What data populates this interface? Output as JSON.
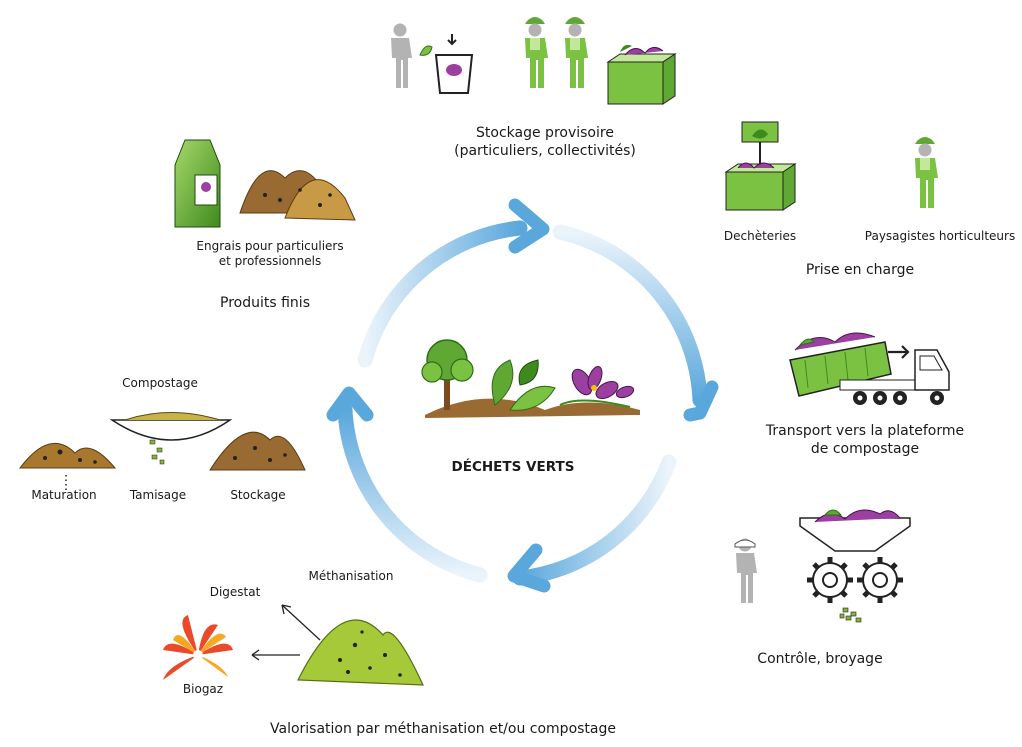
{
  "center": {
    "title": "DÉCHETS VERTS"
  },
  "stages": {
    "stockage_provisoire": {
      "line1": "Stockage provisoire",
      "line2": "(particuliers, collectivités)"
    },
    "prise_en_charge": {
      "title": "Prise en charge",
      "dechetteries": "Dechèteries",
      "paysagistes": "Paysagistes horticulteurs"
    },
    "transport": {
      "line1": "Transport vers la plateforme",
      "line2": "de compostage"
    },
    "controle": {
      "title": "Contrôle, broyage"
    },
    "valorisation": {
      "title": "Valorisation par méthanisation et/ou compostage",
      "methanisation": "Méthanisation",
      "digestat": "Digestat",
      "biogaz": "Biogaz"
    },
    "compostage": {
      "title": "Compostage",
      "maturation": "Maturation",
      "tamisage": "Tamisage",
      "stockage": "Stockage"
    },
    "produits_finis": {
      "title": "Produits finis",
      "engrais_line1": "Engrais pour particuliers",
      "engrais_line2": "et professionnels"
    }
  },
  "colors": {
    "arrow": "#5aa7dc",
    "green": "#7cc242",
    "dark_green": "#3f8a1f",
    "purple": "#9b3fa0",
    "soil": "#9a6a33",
    "worker_grey": "#b3b3b3"
  }
}
